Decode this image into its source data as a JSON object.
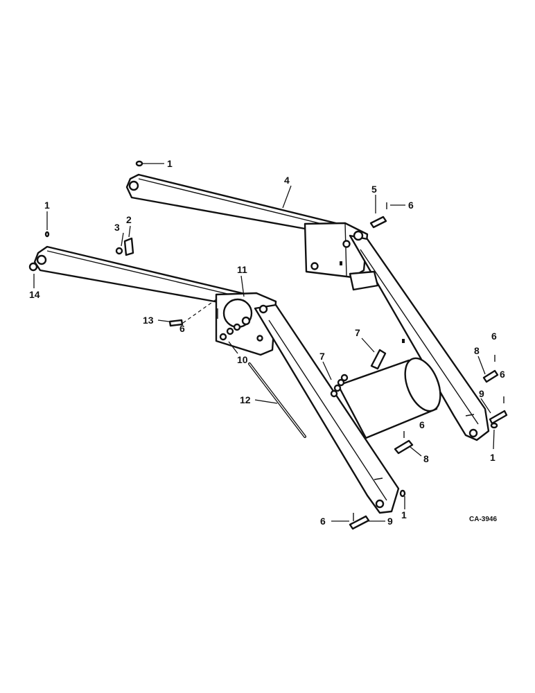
{
  "diagram": {
    "drawing_code": "CA-3946",
    "callouts": [
      {
        "id": "c1a",
        "label": "1"
      },
      {
        "id": "c4",
        "label": "4"
      },
      {
        "id": "c5",
        "label": "5"
      },
      {
        "id": "c6a",
        "label": "6"
      },
      {
        "id": "c1b",
        "label": "1"
      },
      {
        "id": "c2",
        "label": "2"
      },
      {
        "id": "c3",
        "label": "3"
      },
      {
        "id": "c14",
        "label": "14"
      },
      {
        "id": "c11",
        "label": "11"
      },
      {
        "id": "c13",
        "label": "13"
      },
      {
        "id": "c6b",
        "label": "6"
      },
      {
        "id": "c10",
        "label": "10"
      },
      {
        "id": "c7a",
        "label": "7"
      },
      {
        "id": "c7b",
        "label": "7"
      },
      {
        "id": "c12",
        "label": "12"
      },
      {
        "id": "c8a",
        "label": "8"
      },
      {
        "id": "c6c",
        "label": "6"
      },
      {
        "id": "c6d",
        "label": "6"
      },
      {
        "id": "c9a",
        "label": "9"
      },
      {
        "id": "c1c",
        "label": "1"
      },
      {
        "id": "c6e",
        "label": "6"
      },
      {
        "id": "c8b",
        "label": "8"
      },
      {
        "id": "c1d",
        "label": "1"
      },
      {
        "id": "c6f",
        "label": "6"
      },
      {
        "id": "c9b",
        "label": "9"
      }
    ]
  }
}
